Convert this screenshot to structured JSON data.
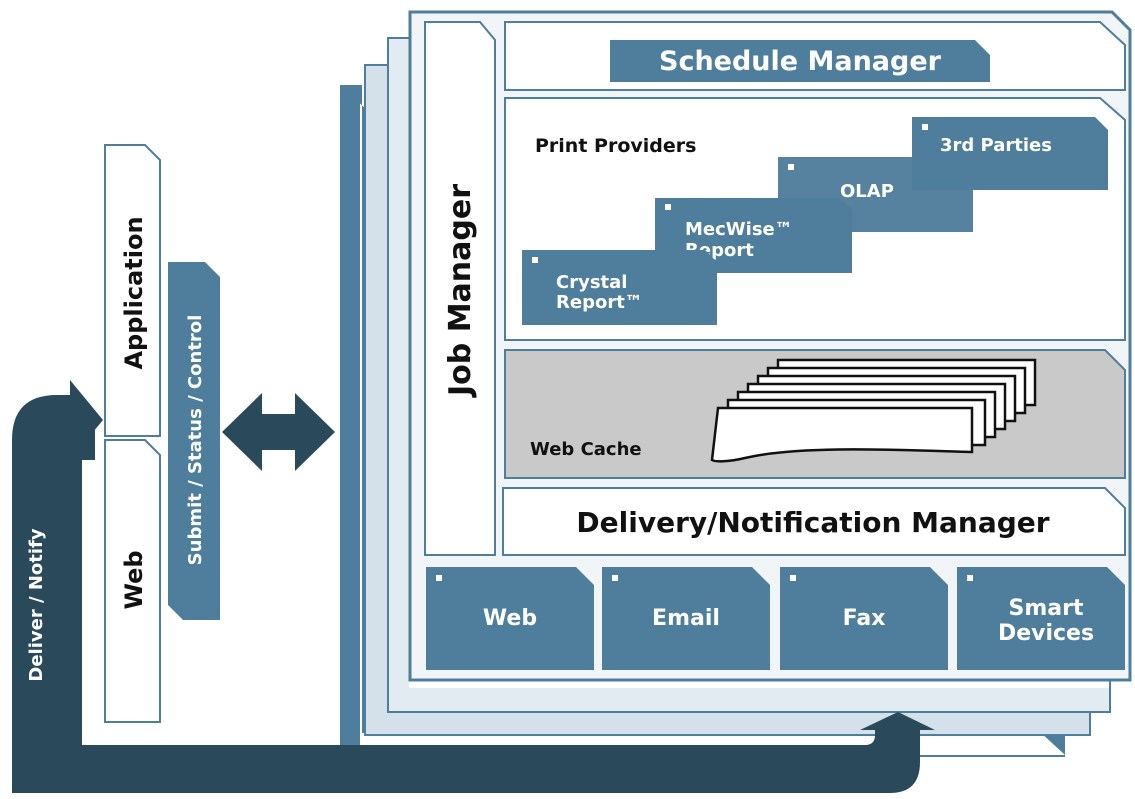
{
  "client": {
    "application_label": "Application",
    "web_label": "Web",
    "submit_label": "Submit / Status / Control",
    "deliver_label": "Deliver / Notify"
  },
  "server": {
    "job_manager_label": "Job Manager",
    "schedule_manager_label": "Schedule Manager",
    "print_providers": {
      "title": "Print Providers",
      "providers": [
        {
          "line1": "Crystal",
          "line2": "Report™"
        },
        {
          "line1": "MecWise™",
          "line2": "Report"
        },
        {
          "line1": "OLAP",
          "line2": ""
        },
        {
          "line1": "3rd Parties",
          "line2": ""
        }
      ]
    },
    "web_cache_label": "Web Cache",
    "delivery_manager_label": "Delivery/Notification Manager",
    "channels": [
      {
        "line1": "Web",
        "line2": ""
      },
      {
        "line1": "Email",
        "line2": ""
      },
      {
        "line1": "Fax",
        "line2": ""
      },
      {
        "line1": "Smart",
        "line2": "Devices"
      }
    ]
  },
  "colors": {
    "primary": "#4f7d9c",
    "dark_arrow": "#2a4a5b",
    "light_layer": "#d4e1ea",
    "cache_bg": "#c9c9c9"
  }
}
